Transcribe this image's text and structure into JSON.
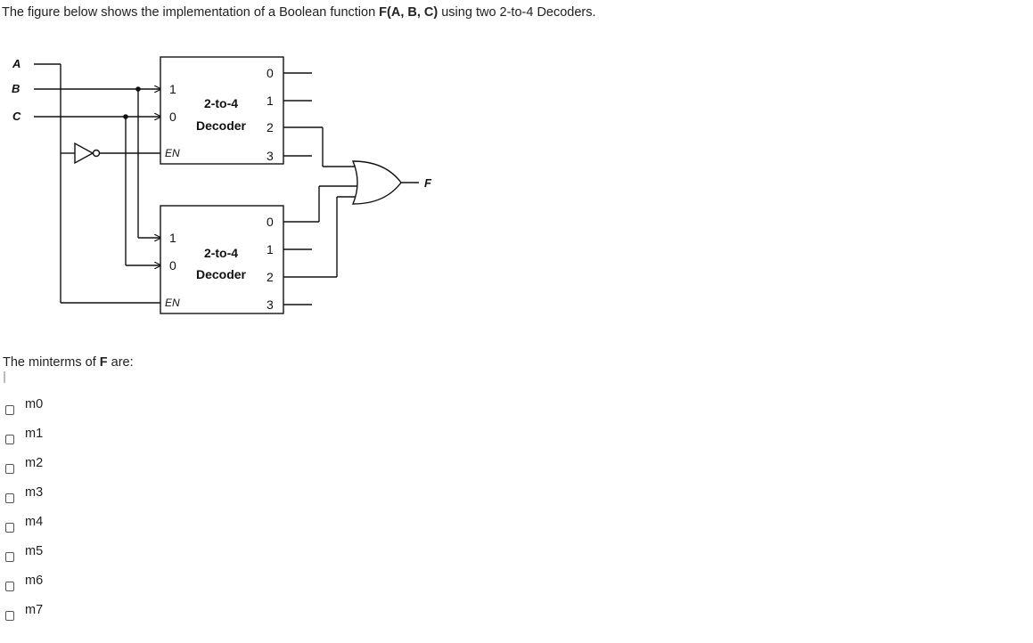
{
  "question": {
    "text_before": "The figure below shows the implementation of a Boolean function ",
    "function_name": "F(A, B, C)",
    "text_after": " using two 2-to-4 Decoders."
  },
  "diagram": {
    "inputs": [
      "A",
      "B",
      "C"
    ],
    "output": "F",
    "decoder_top": {
      "line1": "2-to-4",
      "line2": "Decoder",
      "in1": "1",
      "in0": "0",
      "enable": "EN",
      "outputs": [
        "0",
        "1",
        "2",
        "3"
      ]
    },
    "decoder_bottom": {
      "line1": "2-to-4",
      "line2": "Decoder",
      "in1": "1",
      "in0": "0",
      "enable": "EN",
      "outputs": [
        "0",
        "1",
        "2",
        "3"
      ]
    }
  },
  "prompt": {
    "before": "The minterms of ",
    "bold": "F",
    "after": " are:"
  },
  "options": [
    "m0",
    "m1",
    "m2",
    "m3",
    "m4",
    "m5",
    "m6",
    "m7"
  ]
}
